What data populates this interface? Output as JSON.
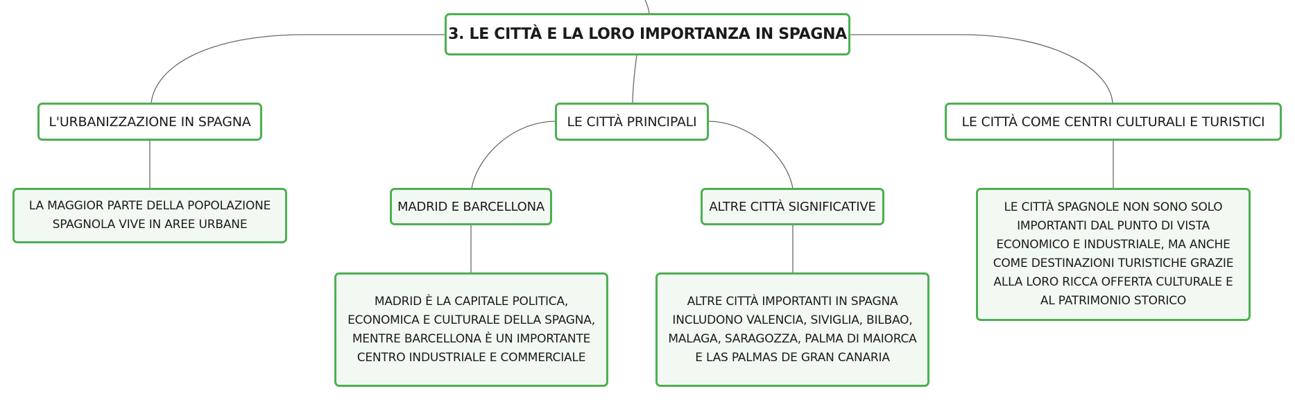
{
  "diagram": {
    "root": {
      "title": "3. LE CITTÀ E LA LORO IMPORTANZA IN SPAGNA"
    },
    "branches": [
      {
        "label": "L'URBANIZZAZIONE IN SPAGNA",
        "detail": "LA MAGGIOR PARTE DELLA POPOLAZIONE SPAGNOLA VIVE IN AREE URBANE"
      },
      {
        "label": "LE CITTÀ PRINCIPALI",
        "children": [
          {
            "label": "MADRID E BARCELLONA",
            "detail": "MADRID È LA CAPITALE POLITICA, ECONOMICA E CULTURALE DELLA SPAGNA, MENTRE BARCELLONA È UN IMPORTANTE CENTRO INDUSTRIALE E COMMERCIALE"
          },
          {
            "label": "ALTRE CITTÀ SIGNIFICATIVE",
            "detail": "ALTRE CITTÀ IMPORTANTI IN SPAGNA INCLUDONO VALENCIA, SIVIGLIA, BILBAO, MALAGA, SARAGOZZA, PALMA DI MAIORCA E LAS PALMAS DE GRAN CANARIA"
          }
        ]
      },
      {
        "label": "LE CITTÀ COME CENTRI CULTURALI E TURISTICI",
        "detail": "LE CITTÀ SPAGNOLE NON SONO SOLO IMPORTANTI DAL PUNTO DI VISTA ECONOMICO E INDUSTRIALE, MA ANCHE COME DESTINAZIONI TURISTICHE GRAZIE ALLA LORO RICCA OFFERTA CULTURALE E AL PATRIMONIO STORICO"
      }
    ]
  },
  "colors": {
    "node_border": "#4caf50",
    "leaf_fill": "#f2f9f3",
    "connector": "#6a6a6a"
  }
}
